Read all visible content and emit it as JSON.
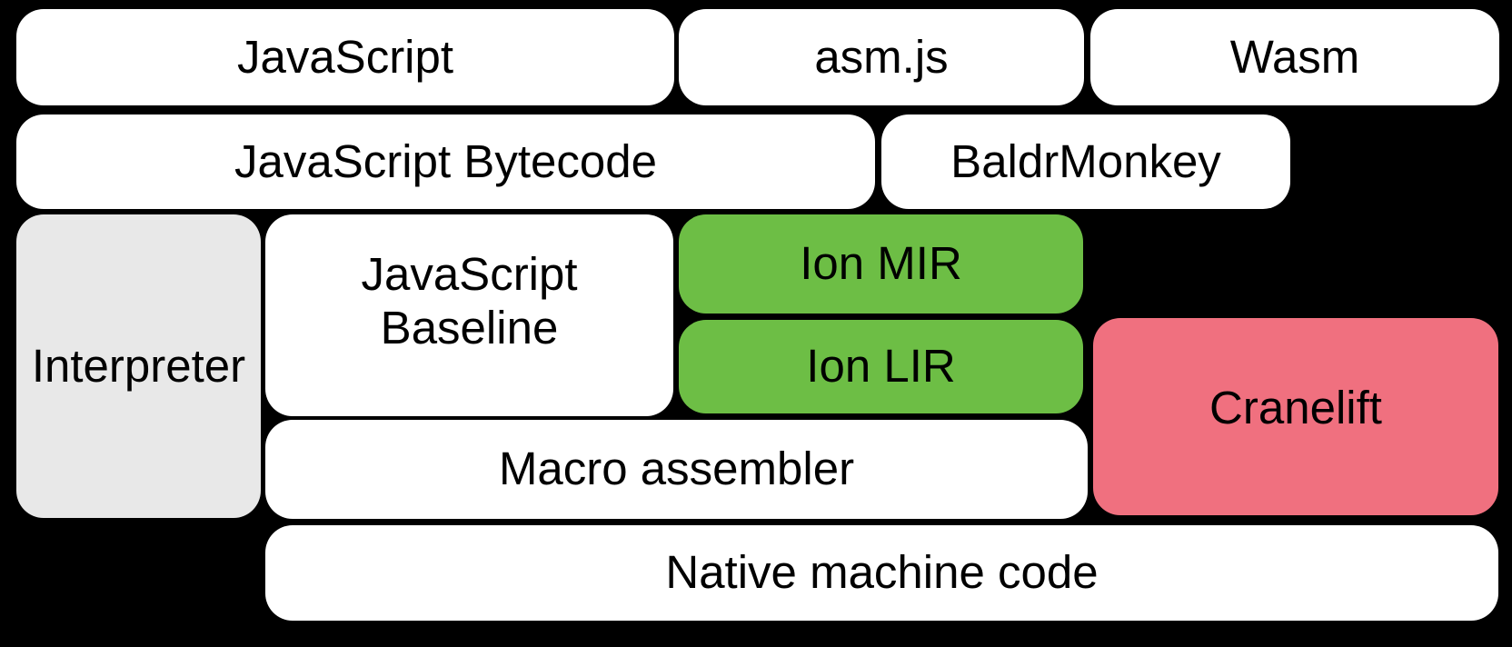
{
  "diagram": {
    "background": "#000000",
    "colors": {
      "text": "#000000",
      "box_default": "#ffffff",
      "box_interpreter": "#e8e8e8",
      "box_ion": "#6dbe45",
      "box_cranelift": "#f0707f"
    },
    "nodes": {
      "javascript": {
        "label": "JavaScript"
      },
      "asmjs": {
        "label": "asm.js"
      },
      "wasm": {
        "label": "Wasm"
      },
      "bytecode": {
        "label": "JavaScript Bytecode"
      },
      "baldrmonkey": {
        "label": "BaldrMonkey"
      },
      "interpreter": {
        "label": "Interpreter"
      },
      "baseline": {
        "label": "JavaScript\nBaseline"
      },
      "ion_mir": {
        "label": "Ion MIR"
      },
      "ion_lir": {
        "label": "Ion LIR"
      },
      "cranelift": {
        "label": "Cranelift"
      },
      "macro_assembler": {
        "label": "Macro assembler"
      },
      "native": {
        "label": "Native machine code"
      }
    }
  }
}
